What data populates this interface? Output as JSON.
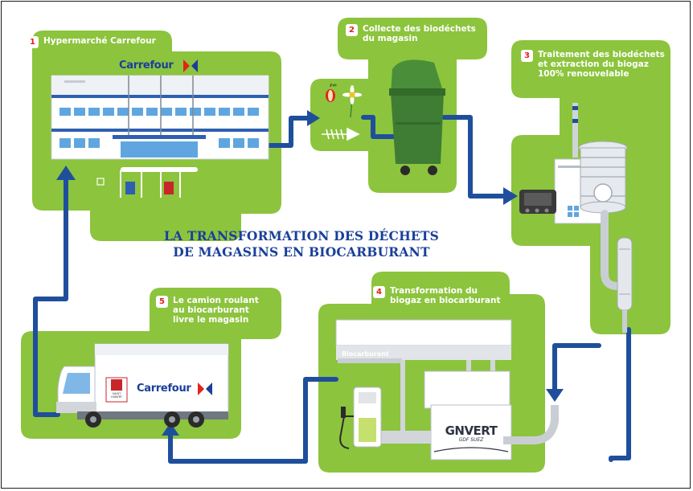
{
  "title": "LA TRANSFORMATION DES DÉCHETS\nDE MAGASINS EN BIOCARBURANT",
  "steps": [
    {
      "number": "1",
      "label": "Hypermarché Carrefour"
    },
    {
      "number": "2",
      "label": "Collecte des biodéchets\ndu magasin"
    },
    {
      "number": "3",
      "label": "Traitement des biodéchets\net extraction du biogaz\n100% renouvelable"
    },
    {
      "number": "4",
      "label": "Transformation du\nbiogaz en biocarburant"
    },
    {
      "number": "5",
      "label": "Le camion roulant\nau biocarburant\nlivre le magasin"
    }
  ],
  "signs": {
    "store_brand": "Carrefour",
    "truck_brand": "Carrefour",
    "station_canopy": "Biocarburant",
    "station_brand": "GNVERT",
    "station_sub": "GDF SUEZ",
    "truck_logo_text": "SAINT\nHUBERT"
  },
  "colors": {
    "panel_green": "#8cc43d",
    "flow_arrow": "#1f4f9c",
    "title_blue": "#1a3f9a",
    "badge_red": "#e2231a",
    "carrefour_red": "#e2231a",
    "carrefour_blue": "#1a3f9a"
  },
  "icons": [
    "carrefour-logo-icon",
    "apple-core-icon",
    "flower-icon",
    "fish-bone-icon",
    "green-bin-icon",
    "biogas-plant-icon",
    "fuel-pump-icon",
    "truck-icon"
  ]
}
